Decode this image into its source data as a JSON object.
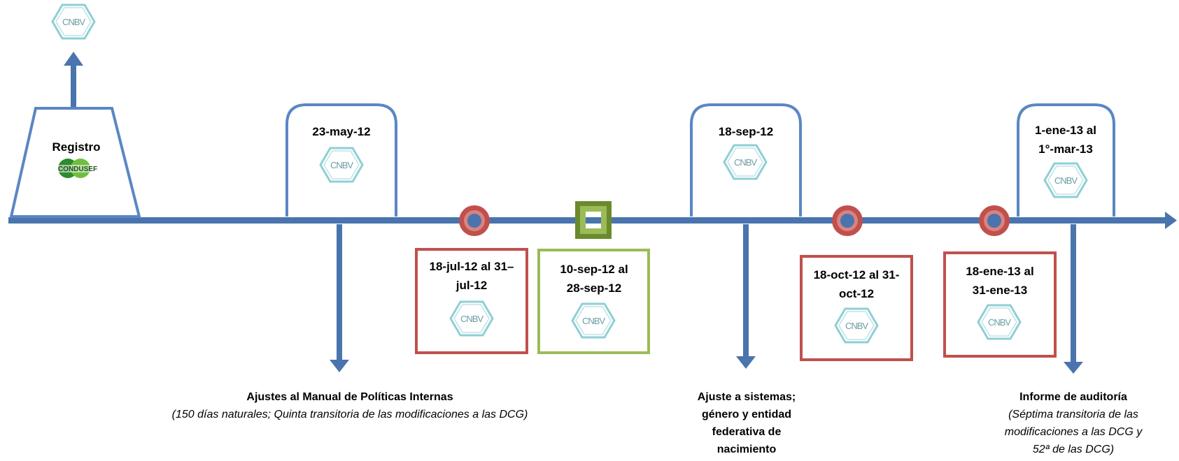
{
  "colors": {
    "timeline": "#4a74ad",
    "box_blue": "#5a87c4",
    "box_red": "#c0504d",
    "box_green": "#9bbb59",
    "marker_red": "#c0504d",
    "marker_green": "#6a8a2c"
  },
  "icons": {
    "regulator_logo": "CNBV",
    "condusef_logo": "CONDUSEF"
  },
  "registro": {
    "label": "Registro"
  },
  "top_boxes": [
    {
      "date": "23-may-12"
    },
    {
      "date": "18-sep-12"
    },
    {
      "date": "1-ene-13 al 1°-mar-13"
    }
  ],
  "bottom_boxes": [
    {
      "date": "18-jul-12 al 31–jul-12"
    },
    {
      "date": "10-sep-12 al 28-sep-12"
    },
    {
      "date": "18-oct-12 al 31-oct-12"
    },
    {
      "date": "18-ene-13 al 31-ene-13"
    }
  ],
  "captions": [
    {
      "title": "Ajustes al Manual de Políticas Internas",
      "subtitle": "(150 días naturales; Quinta transitoria de las modificaciones a las DCG)"
    },
    {
      "title": "Ajuste a sistemas; género y entidad federativa de nacimiento",
      "subtitle": ""
    },
    {
      "title": "Informe de auditoría",
      "subtitle": "(Séptima transitoria de las modificaciones a las DCG y 52ª de las DCG)"
    }
  ]
}
